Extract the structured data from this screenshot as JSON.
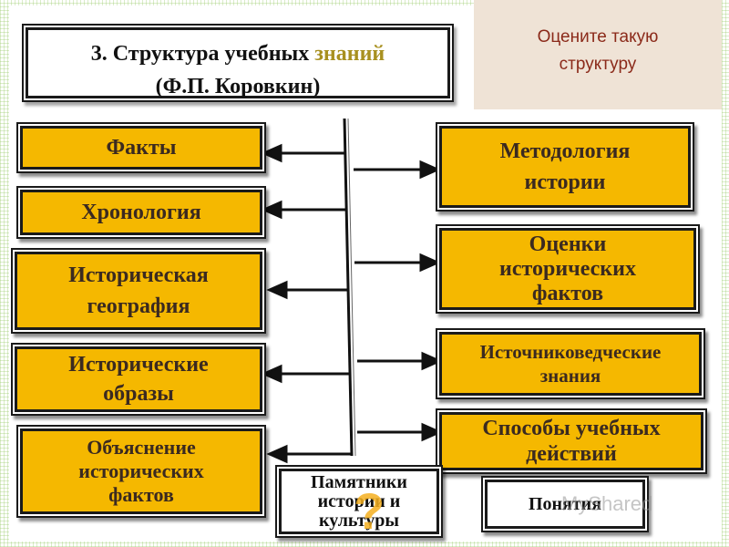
{
  "title": {
    "line1_prefix": "3. Структура учебных ",
    "line1_accent": "знаний",
    "line2": "(Ф.П. Коровкин)"
  },
  "note": {
    "line1": "Оцените такую",
    "line2": "структуру"
  },
  "left_boxes": [
    {
      "lines": [
        "Факты"
      ]
    },
    {
      "lines": [
        "Хронология"
      ]
    },
    {
      "lines": [
        "Историческая",
        "география"
      ]
    },
    {
      "lines": [
        "Исторические",
        "образы"
      ]
    },
    {
      "lines": [
        "Объяснение",
        "исторических",
        "фактов"
      ]
    }
  ],
  "right_boxes": [
    {
      "lines": [
        "Методология",
        "истории"
      ]
    },
    {
      "lines": [
        "Оценки",
        "исторических",
        "фактов"
      ]
    },
    {
      "lines": [
        "Источниковедческие",
        "знания"
      ]
    },
    {
      "lines": [
        "Способы учебных",
        "действий"
      ]
    }
  ],
  "bottom_boxes": [
    {
      "lines": [
        "Памятники",
        "истории и",
        "культуры"
      ]
    },
    {
      "lines": [
        "Понятия"
      ]
    }
  ],
  "overlay": {
    "question_mark": "?",
    "watermark": "MyShared"
  },
  "colors": {
    "box_fill": "#f5b800",
    "box_border": "#1a1a1a",
    "note_bg": "#efe3d6",
    "note_text": "#8b2a1a",
    "title_accent": "#a89020"
  }
}
